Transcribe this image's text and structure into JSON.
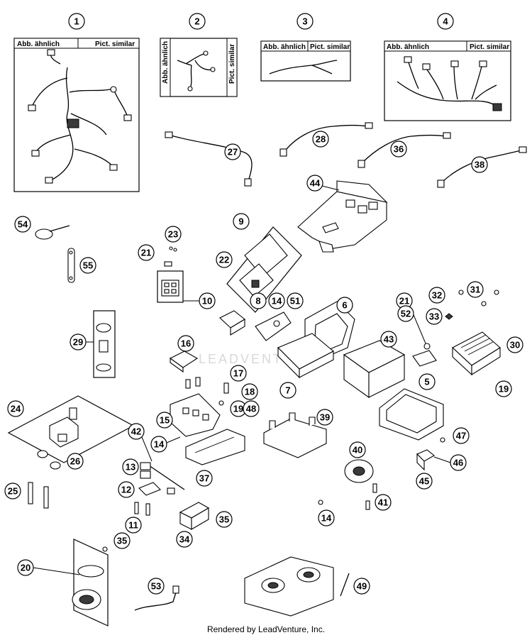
{
  "headers": {
    "box1_left": "Abb. ähnlich",
    "box1_right": "Pict. similar",
    "box2_left": "Abb. ähnlich",
    "box2_right": "Pict. similar",
    "box3_left": "Abb. ähnlich",
    "box3_right": "Pict. similar",
    "box4_left": "Abb. ähnlich",
    "box4_right": "Pict. similar"
  },
  "callouts": {
    "c1": "1",
    "c2": "2",
    "c3": "3",
    "c4": "4",
    "c5": "5",
    "c6": "6",
    "c7": "7",
    "c8": "8",
    "c9": "9",
    "c10": "10",
    "c11": "11",
    "c12": "12",
    "c13": "13",
    "c14a": "14",
    "c14b": "14",
    "c14c": "14",
    "c15": "15",
    "c16": "16",
    "c17": "17",
    "c18": "18",
    "c19a": "19",
    "c19b": "19",
    "c20": "20",
    "c21a": "21",
    "c21b": "21",
    "c22": "22",
    "c23": "23",
    "c24": "24",
    "c25": "25",
    "c26": "26",
    "c27": "27",
    "c28": "28",
    "c29": "29",
    "c30": "30",
    "c31": "31",
    "c32": "32",
    "c33": "33",
    "c34": "34",
    "c35a": "35",
    "c35b": "35",
    "c36": "36",
    "c37": "37",
    "c38": "38",
    "c39": "39",
    "c40": "40",
    "c41": "41",
    "c42": "42",
    "c43": "43",
    "c44": "44",
    "c45": "45",
    "c46": "46",
    "c47": "47",
    "c48": "48",
    "c49": "49",
    "c51": "51",
    "c52": "52",
    "c53": "53",
    "c54": "54",
    "c55": "55"
  },
  "watermark": "LEADVENTURE",
  "footer": "Rendered by LeadVenture, Inc."
}
